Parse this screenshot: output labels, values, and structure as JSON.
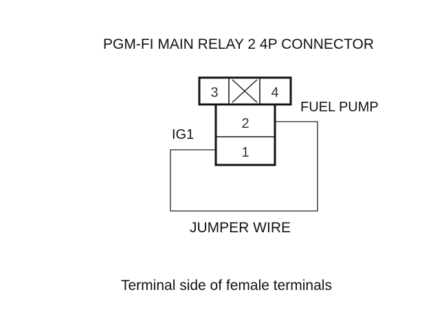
{
  "title": "PGM-FI MAIN RELAY 2 4P CONNECTOR",
  "labels": {
    "fuel_pump": "FUEL PUMP",
    "ig1": "IG1",
    "jumper_wire": "JUMPER WIRE"
  },
  "connector": {
    "pins": [
      "1",
      "2",
      "3",
      "4"
    ]
  },
  "caption": "Terminal side of female terminals"
}
